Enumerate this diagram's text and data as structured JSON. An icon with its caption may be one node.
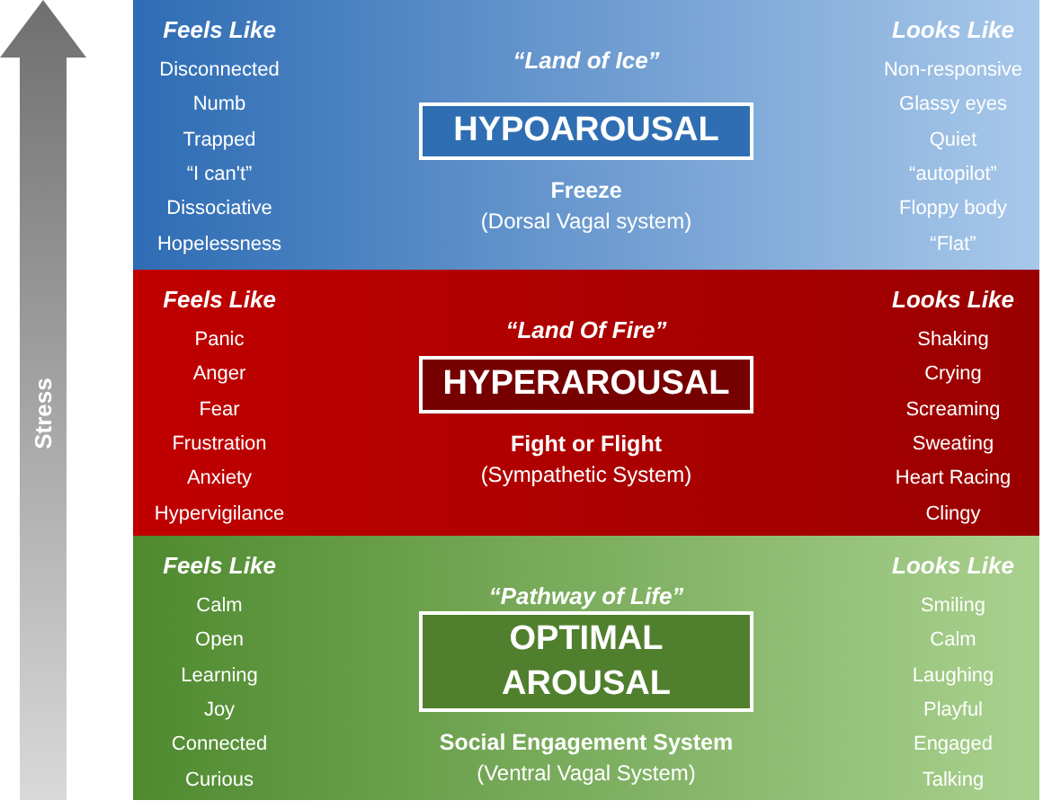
{
  "diagram": {
    "nodes": [
      {
        "text": [
          "Stress"
        ]
      },
      {
        "text": [
          "Feels Like",
          "Disconnected",
          "Numb",
          "Trapped",
          "“I can't”",
          "Dissociative",
          "Hopelessness",
          "Looks Like",
          "Non-responsive",
          "Glassy eyes",
          "Quiet",
          "“autopilot”",
          "Floppy body",
          "“Flat”",
          "“Land of Ice”",
          "Freeze",
          "(Dorsal Vagal system)"
        ]
      },
      {
        "text": [
          "HYPOAROUSAL"
        ],
        "in": 1
      },
      {
        "text": [
          "Feels Like",
          "Panic",
          "Anger",
          "Fear",
          "Frustration",
          "Anxiety",
          "Hypervigilance",
          "Looks Like",
          "Shaking",
          "Crying",
          "Screaming",
          "Sweating",
          "Heart Racing",
          "Clingy",
          "“Land Of Fire”",
          "Fight or Flight",
          "(Sympathetic System)"
        ]
      },
      {
        "text": [
          "HYPERAROUSAL"
        ],
        "in": 3
      },
      {
        "text": [
          "Feels Like",
          "Calm",
          "Open",
          "Learning",
          "Joy",
          "Connected",
          "Curious",
          "Looks Like",
          "Smiling",
          "Calm",
          "Laughing",
          "Playful",
          "Engaged",
          "Talking",
          "“Pathway of Life”",
          "Social Engagement System",
          "(Ventral Vagal System)"
        ]
      },
      {
        "text": [
          "OPTIMAL AROUSAL"
        ],
        "in": 5
      }
    ],
    "edges": []
  }
}
